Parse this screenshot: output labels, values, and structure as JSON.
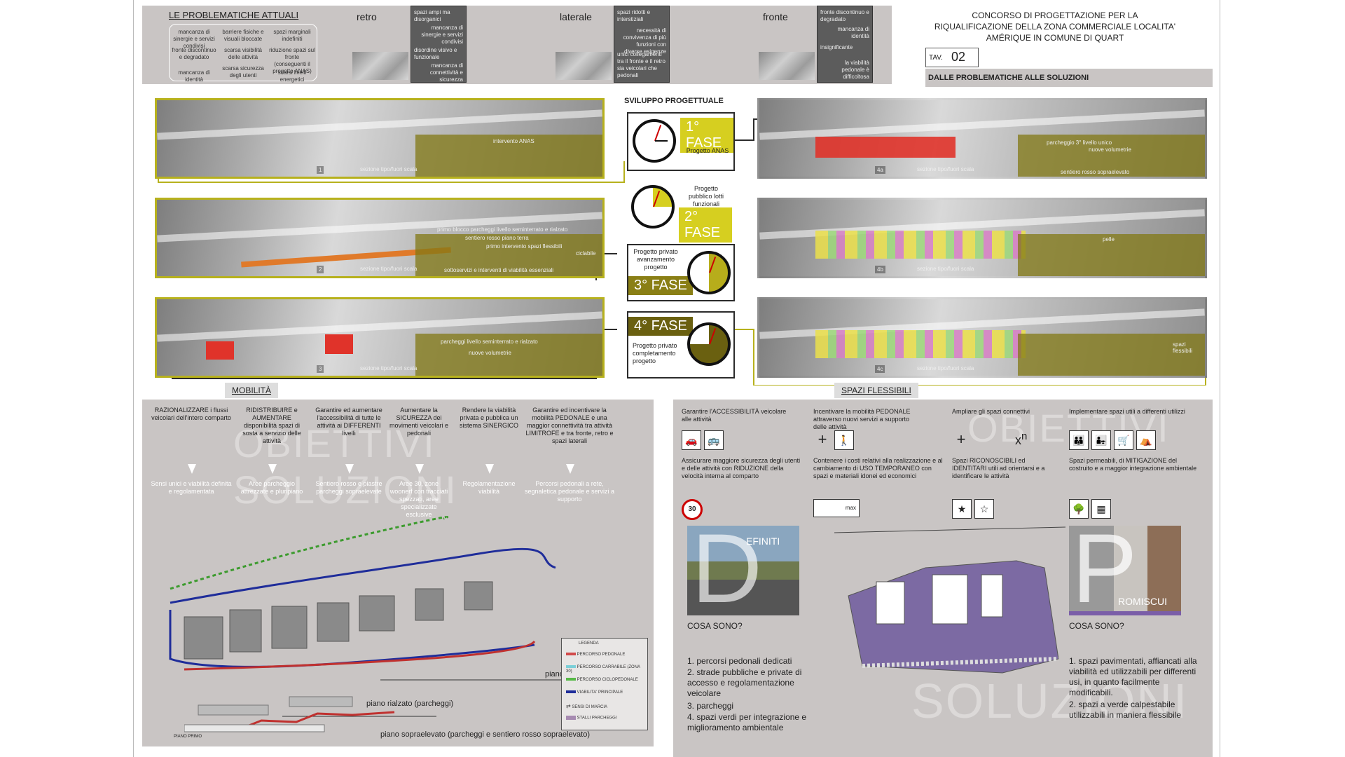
{
  "header": {
    "problems_title": "LE PROBLEMATICHE ATTUALI",
    "problems": [
      "mancanza di sinergie e servizi condivisi",
      "barriere fisiche e visuali  bloccate",
      "spazi marginali indefiniti",
      "fronte discontinuo e degradato",
      "scarsa visibilità delle attività",
      "riduzione spazi sul fronte (conseguenti il progetto ANAS)",
      "mancanza di identità",
      "scarsa sicurezza degli utenti",
      "scarsi livelli energetici"
    ],
    "retro": {
      "title": "retro",
      "notes": [
        "spazi ampi ma disorganici",
        "mancanza di sinergie e servizi condivisi",
        "disordine visivo e funzionale",
        "mancanza di connettività e sicurezza"
      ]
    },
    "laterale": {
      "title": "laterale",
      "notes": [
        "spazi ridotti e interstiziali",
        "necessità di convivenza di più funzioni con diverse esigenze",
        "unici collegamenti tra il fronte e il retro sia veicolari che pedonali"
      ]
    },
    "fronte": {
      "title": "fronte",
      "notes": [
        "fronte discontinuo e degradato",
        "mancanza di identità",
        "insignificante",
        "la viabilità pedonale è difficoltosa"
      ]
    },
    "concorso": "CONCORSO DI PROGETTAZIONE PER LA RIQUALIFICAZIONE DELLA ZONA COMMERCIALE LOCALITA' AMÉRIQUE IN COMUNE DI QUART",
    "tav_label": "TAV.",
    "tav_num": "02",
    "subtitle": "DALLE PROBLEMATICHE ALLE SOLUZIONI"
  },
  "sviluppo": {
    "title": "SVILUPPO PROGETTUALE",
    "fasi": [
      {
        "label": "1° FASE",
        "sub": "Progetto ANAS"
      },
      {
        "label": "2° FASE",
        "sub": "Progetto pubblico lotti funzionali"
      },
      {
        "label": "3° FASE",
        "sub": "Progetto privato avanzamento progetto"
      },
      {
        "label": "4° FASE",
        "sub": "Progetto privato completamento progetto"
      }
    ]
  },
  "aerials": {
    "left": [
      {
        "num": "1",
        "section": "sezione tipo/fuori scala",
        "notes": [
          "intervento ANAS"
        ]
      },
      {
        "num": "2",
        "section": "sezione tipo/fuori scala",
        "notes": [
          "primo blocco parcheggi  livello seminterrato e rialzato",
          "sentiero rosso piano terra",
          "primo intervento spazi flessibili",
          "ciclabile",
          "sottoservizi e interventi di viabilità essenziali"
        ]
      },
      {
        "num": "3",
        "section": "sezione tipo/fuori scala",
        "notes": [
          "parcheggi   livello seminterrato e rialzato",
          "nuove volumetrie"
        ]
      }
    ],
    "right": [
      {
        "num": "4a",
        "section": "sezione tipo/fuori scala",
        "notes": [
          "parcheggio 3° livello unico",
          "nuove volumetrie",
          "sentiero rosso sopraelevato"
        ]
      },
      {
        "num": "4b",
        "section": "sezione tipo/fuori scala",
        "notes": [
          "pelle"
        ]
      },
      {
        "num": "4c",
        "section": "sezione tipo/fuori scala",
        "notes": [
          "spazi flessibili"
        ]
      }
    ]
  },
  "mobilita": {
    "title": "MOBILITÀ",
    "watermark1": "OBIETTIVI",
    "watermark2": "SOLUZIONI",
    "obiettivi": [
      "RAZIONALIZZARE i flussi veicolari dell'intero comparto",
      "RIDISTRIBUIRE e AUMENTARE disponibilità spazi di sosta a servizio delle attività",
      "Garantire ed aumentare l'accessibilità di tutte le attività ai DIFFERENTI livelli",
      "Aumentare la SICUREZZA dei movimenti veicolari e pedonali",
      "Rendere la viabilità privata e pubblica un sistema SINERGICO",
      "Garantire ed incentivare la mobilità PEDONALE e una maggior connettività tra attività LIMITROFE e tra fronte, retro e spazi laterali"
    ],
    "soluzioni": [
      "Sensi unici e viabilità definita e regolamentata",
      "Aree parcheggio attrezzate e pluripiano",
      "Sentiero rosso e piastre parcheggi sopraelevate",
      "Aree 30, zone woonerf con  tracciati spezzati, aree specializzate esclusive",
      "Regolamentazione viabilità",
      "Percorsi pedonali a rete, segnaletica pedonale e servizi a supporto"
    ],
    "piano_terreno": "piano terreno/seminterrato",
    "piano_rialzato": "piano rialzato (parcheggi)",
    "piano_sopraelevato": "piano sopraelevato (parcheggi e sentiero rosso sopraelevato)",
    "piano_primo": "PIANO PRIMO",
    "legenda_title": "LEGENDA",
    "legenda": [
      {
        "label": "PERCORSO PEDONALE",
        "color": "#d24b4b"
      },
      {
        "label": "PERCORSO CARRABILE (ZONA 30)",
        "color": "#7ccfd8"
      },
      {
        "label": "PERCORSO CICLOPEDONALE",
        "color": "#57b947"
      },
      {
        "label": "VIABILITA' PRINCIPALE",
        "color": "#1f2d9a"
      },
      {
        "label": "SENSI DI MARCIA",
        "color": "#222222"
      },
      {
        "label": "STALLI PARCHEGGI",
        "color": "#a78bb1"
      }
    ]
  },
  "spazi": {
    "title": "SPAZI FLESSIBILI",
    "watermark1": "OBIETTIVI",
    "watermark2": "SOLUZIONI",
    "obiettivi": [
      "Garantire l'ACCESSIBILITÀ veicolare alle attività",
      "Incentivare la mobilità PEDONALE attraverso nuovi servizi a supporto delle attività",
      "Ampliare gli spazi connettivi",
      "Implementare spazi utili a differenti utilizzi"
    ],
    "soluzioni": [
      "Assicurare maggiore sicurezza degli utenti e delle attività con RIDUZIONE della velocità interna al comparto",
      "Contenere i costi relativi alla realizzazione e al cambiamento di USO TEMPORANEO con spazi e materiali idonei ed economici",
      "Spazi RICONOSCIBILI ed IDENTITARI utili ad orientarsi e a identificare le attività",
      "Spazi permeabili, di MITIGAZIONE del costruito e a maggior integrazione ambientale"
    ],
    "speed": "30",
    "max": "max",
    "xn": "x",
    "xn_exp": "n",
    "definiti_letter": "D",
    "definiti_word": "EFINITI",
    "promiscui_letter": "P",
    "promiscui_word": "ROMISCUI",
    "cosa_sono": "COSA SONO?",
    "definiti_list": [
      "1. percorsi pedonali dedicati",
      "2. strade pubbliche e private di accesso e regolamentazione veicolare",
      "3. parcheggi",
      "4. spazi verdi per integrazione e miglioramento ambientale"
    ],
    "promiscui_list": [
      "1. spazi pavimentati, affiancati alla viabilità ed utilizzabili per differenti usi, in quanto facilmente modificabili.",
      "2. spazi a verde calpestabile utilizzabili in maniera flessibile"
    ]
  },
  "colors": {
    "olive": "#8a7f15",
    "yellow": "#d6cf20",
    "grey": "#c9c5c4",
    "dark": "#5c5c5c",
    "purple": "#7a5ea8"
  },
  "icons": [
    "clock-icon",
    "car-icon",
    "bus-icon",
    "pedestrian-icon",
    "plus-icon",
    "star-icon",
    "family-icon"
  ]
}
